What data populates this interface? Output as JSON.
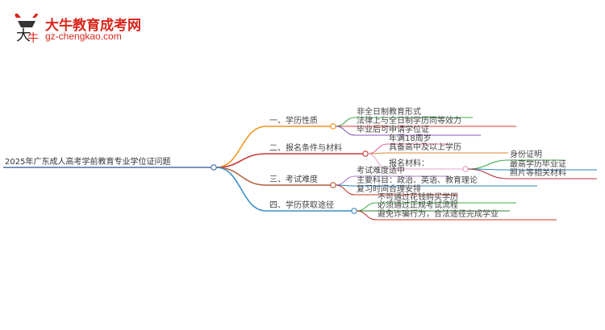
{
  "header": {
    "brand_name": "大牛教育成考网",
    "brand_url": "gz-chengkao.com"
  },
  "mindmap": {
    "root": "2025年广东成人高考学前教育专业学位证问题",
    "branches": [
      {
        "label": "一、学历性质",
        "color": "#f0941e",
        "children": [
          {
            "label": "非全日制教育形式",
            "color": "#3da94a"
          },
          {
            "label": "法律上与全日制学历同等效力",
            "color": "#d23b32"
          },
          {
            "label": "毕业后可申请学位证",
            "color": "#8a56b8"
          }
        ]
      },
      {
        "label": "二、报名条件与材料",
        "color": "#c83a3a",
        "children": [
          {
            "label": "年满18周岁",
            "color": "#e36aa0"
          },
          {
            "label": "具备高中及以上学历",
            "color": "#d9892b"
          },
          {
            "label": "报名材料：",
            "color": "#e7a2c8",
            "children": [
              {
                "label": "身份证明",
                "color": "#3da94a"
              },
              {
                "label": "最高学历毕业证",
                "color": "#2e86c1"
              },
              {
                "label": "照片等相关材料",
                "color": "#b5303a"
              }
            ]
          }
        ]
      },
      {
        "label": "三、考试难度",
        "color": "#b0613a",
        "children": [
          {
            "label": "考试难度适中",
            "color": "#a87bd0"
          },
          {
            "label": "主要科目：政治、英语、教育理论",
            "color": "#2e86c1"
          },
          {
            "label": "复习时间合理安排",
            "color": "#c0392b"
          }
        ]
      },
      {
        "label": "四、学历获取途径",
        "color": "#3a8fc7",
        "children": [
          {
            "label": "不可通过花钱购买学历",
            "color": "#3da94a"
          },
          {
            "label": "必须通过正规考试流程",
            "color": "#2e7d32"
          },
          {
            "label": "避免诈骗行为，合法途径完成学业",
            "color": "#c0392b"
          }
        ]
      }
    ]
  }
}
